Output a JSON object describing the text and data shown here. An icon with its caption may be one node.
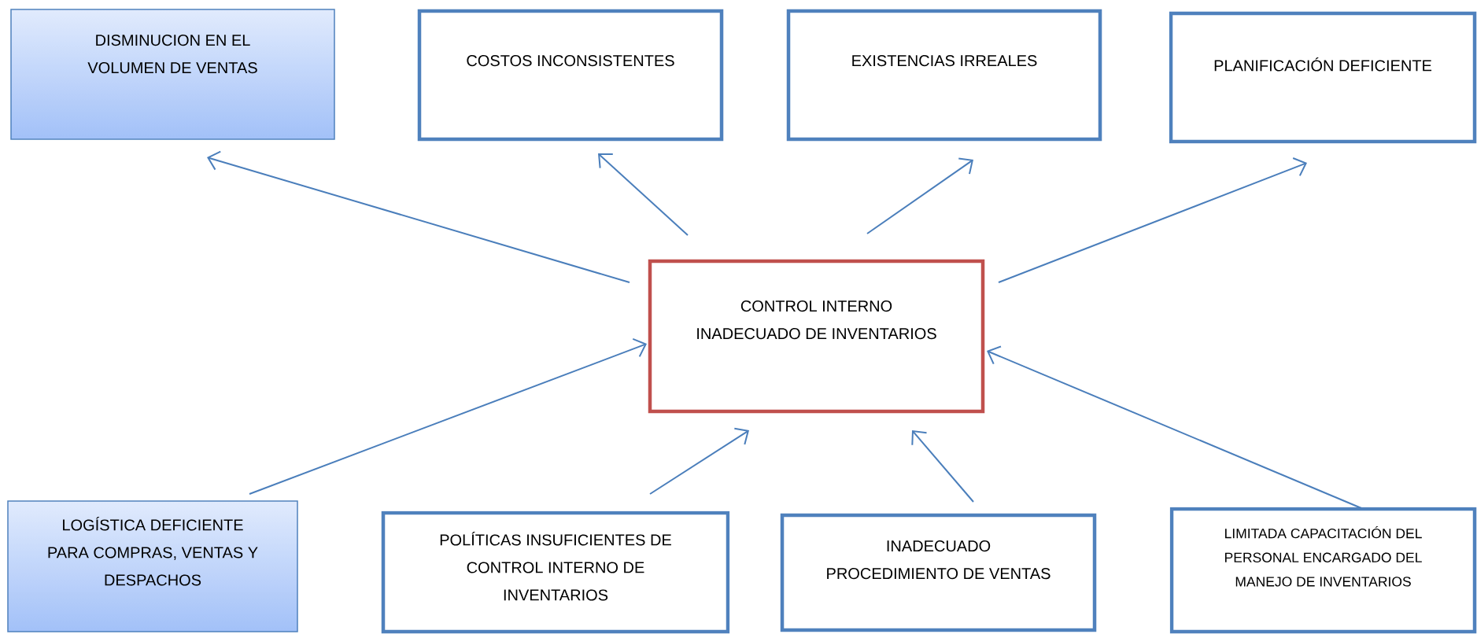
{
  "diagram": {
    "nodes": [
      {
        "text": [
          "DISMINUCION EN EL VOLUMEN DE VENTAS"
        ]
      },
      {
        "text": [
          "COSTOS INCONSISTENTES"
        ]
      },
      {
        "text": [
          "EXISTENCIAS IRREALES"
        ]
      },
      {
        "text": [
          "PLANIFICACIÓN DEFICIENTE"
        ]
      },
      {
        "text": [
          "CONTROL INTERNO INADECUADO DE INVENTARIOS"
        ]
      },
      {
        "text": [
          "LOGÍSTICA DEFICIENTE PARA COMPRAS, VENTAS Y DESPACHOS"
        ]
      },
      {
        "text": [
          "POLÍTICAS INSUFICIENTES DE CONTROL INTERNO DE INVENTARIOS"
        ]
      },
      {
        "text": [
          "INADECUADO PROCEDIMIENTO DE VENTAS"
        ]
      },
      {
        "text": [
          "LIMITADA CAPACITACIÓN DEL PERSONAL ENCARGADO DEL MANEJO DE INVENTARIOS"
        ]
      }
    ],
    "edges": [
      {
        "from": 4,
        "to": 0,
        "arrow": "to"
      },
      {
        "from": 4,
        "to": 1,
        "arrow": "to"
      },
      {
        "from": 4,
        "to": 2,
        "arrow": "to"
      },
      {
        "from": 4,
        "to": 3,
        "arrow": "to"
      },
      {
        "from": 5,
        "to": 4,
        "arrow": "to"
      },
      {
        "from": 6,
        "to": 4,
        "arrow": "to"
      },
      {
        "from": 7,
        "to": 4,
        "arrow": "to"
      },
      {
        "from": 8,
        "to": 4,
        "arrow": "to"
      }
    ]
  }
}
